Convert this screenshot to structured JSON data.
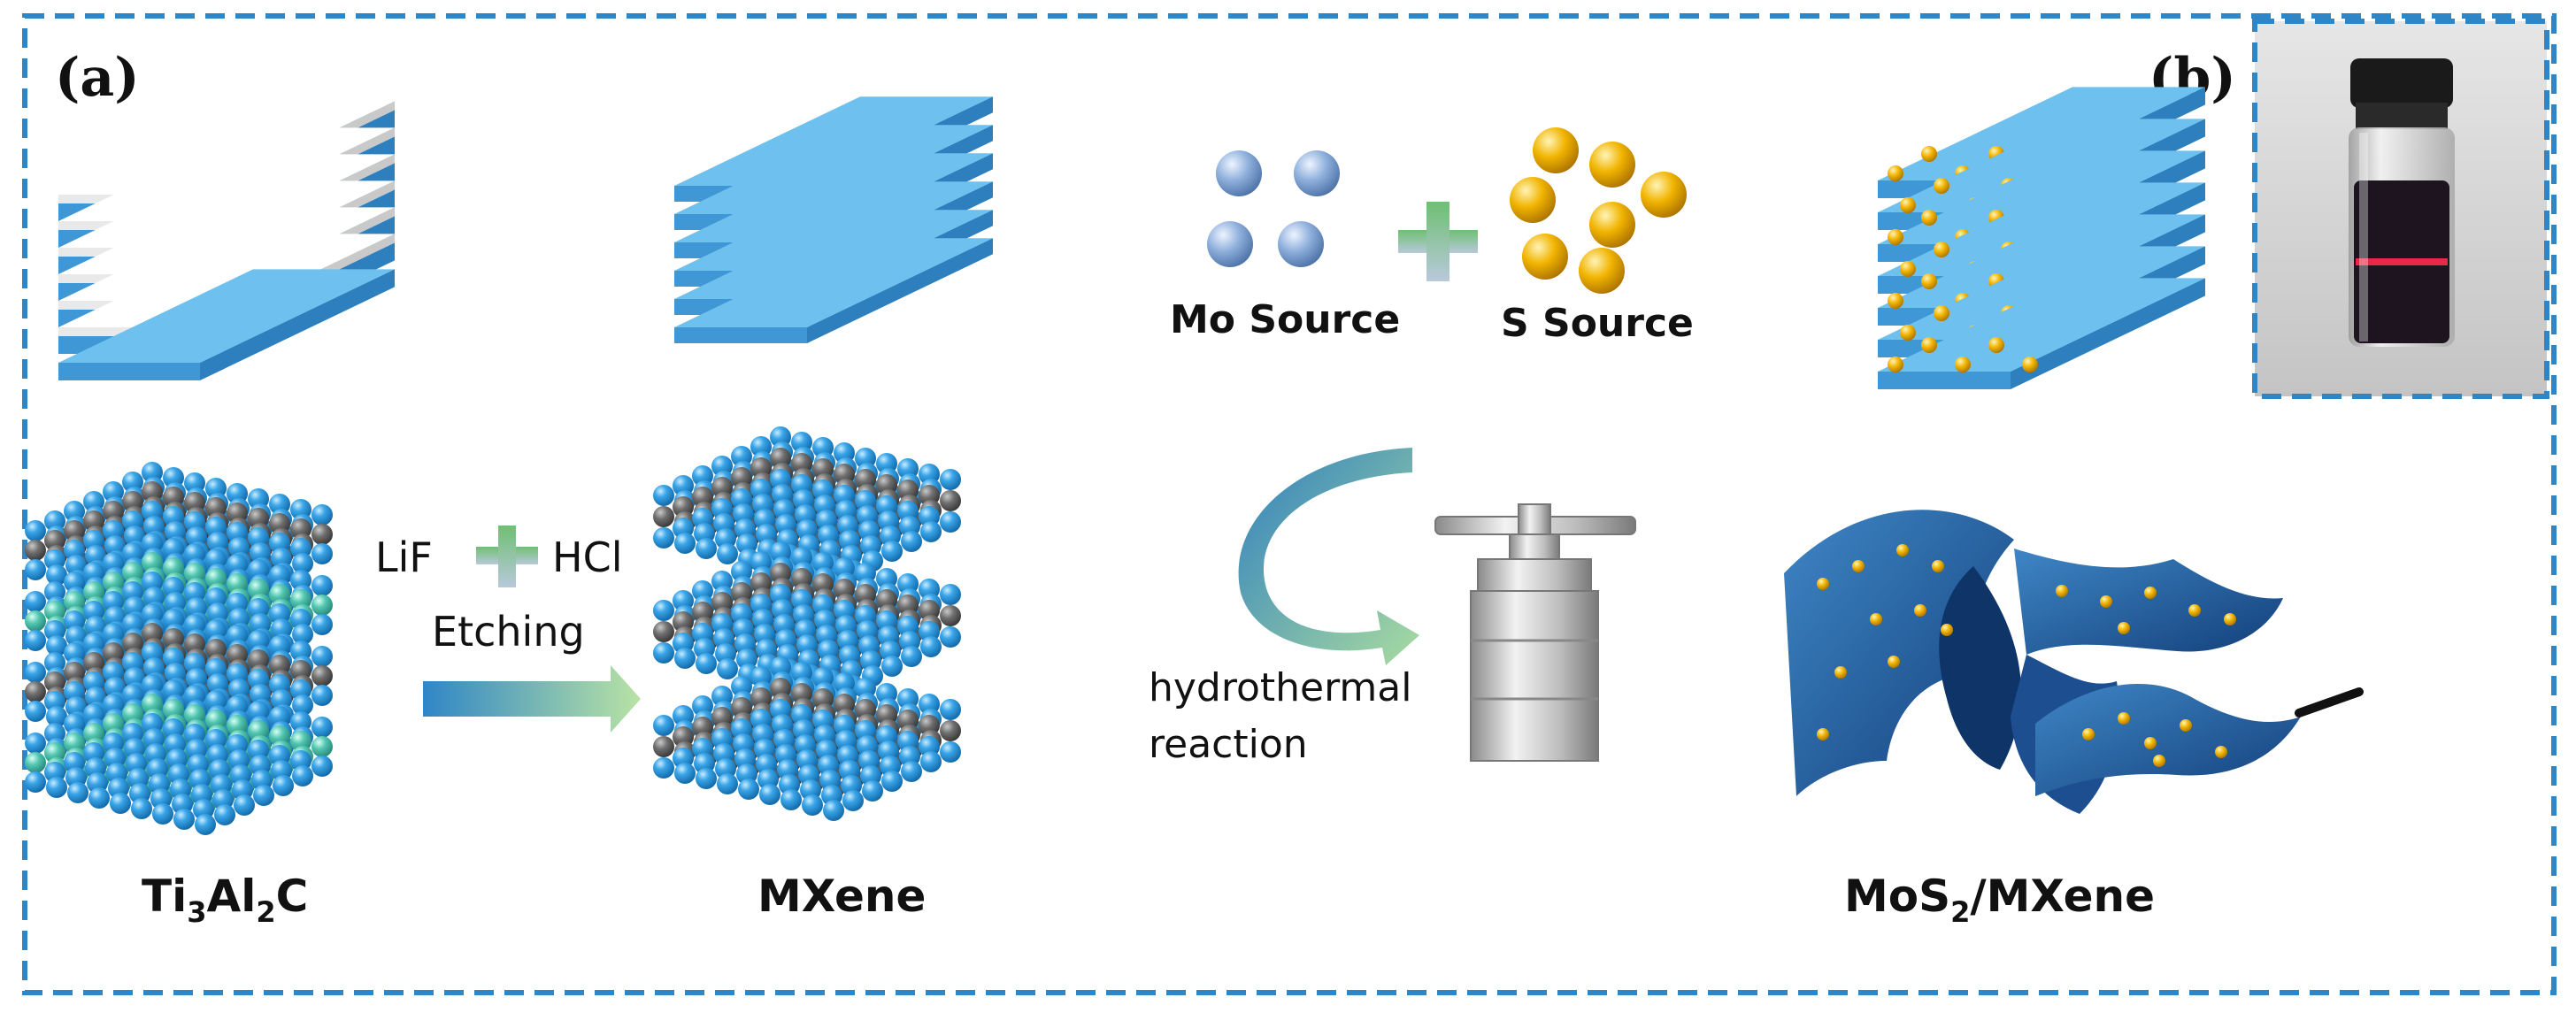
{
  "panel_a": {
    "label": "(a)",
    "steps": {
      "etchant_1": "LiF",
      "etchant_2": "HCl",
      "etching": "Etching",
      "mo_source": "Mo Source",
      "s_source": "S Source",
      "hydrothermal_line1": "hydrothermal",
      "hydrothermal_line2": "reaction"
    },
    "products": {
      "precursor": {
        "main": "Ti",
        "sub1": "3",
        "mid": "Al",
        "sub2": "2",
        "end": "C"
      },
      "mxene": "MXene",
      "composite": {
        "main": "MoS",
        "sub": "2",
        "end": "/MXene"
      }
    }
  },
  "panel_b": {
    "label": "(b)"
  },
  "colors": {
    "frame_dashes": "#2f86c6",
    "layer_blue": "#5eb3e6",
    "layer_blue_dark": "#2f75b5",
    "gray_layer": "#6d6d6d",
    "mo_sphere": "#8fb0dc",
    "s_sphere": "#f1b400",
    "plus_green": "#8cc88c"
  }
}
